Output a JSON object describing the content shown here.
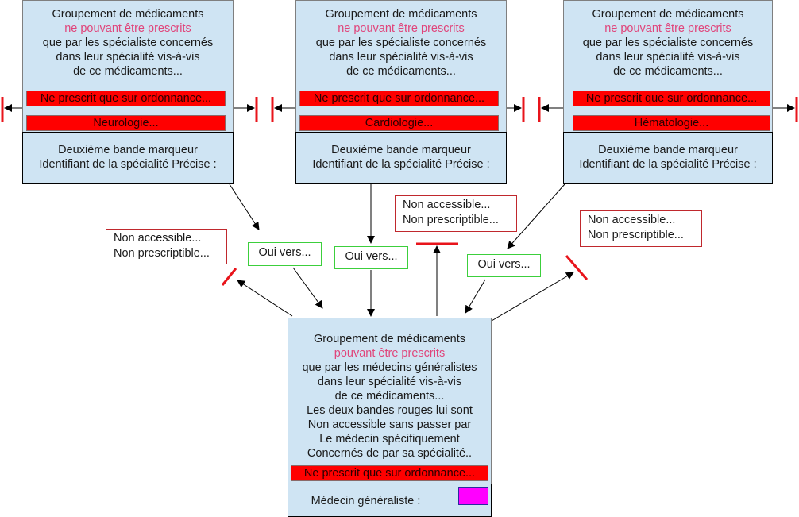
{
  "colors": {
    "box_fill": "#cfe4f3",
    "band_red": "#ff0000",
    "accent_pink": "#e0457b",
    "yes_green": "#3ccf3c",
    "no_red": "#c0282d",
    "generalist_marker": "#ff00ff"
  },
  "specialist_groups": [
    {
      "title": "Groupement de médicaments",
      "highlight": "ne pouvant être prescrits",
      "line3": "que par les spécialiste concernés",
      "line4": "dans leur spécialité vis-à-vis",
      "line5": "de ce médicaments...",
      "band_prescription": "Ne prescrit que sur ordonnance...",
      "band_specialty": "Neurologie...",
      "marker_line1": "Deuxième bande marqueur",
      "marker_line2": "Identifiant de la spécialité Précise :"
    },
    {
      "title": "Groupement de médicaments",
      "highlight": "ne pouvant être prescrits",
      "line3": "que par les spécialiste concernés",
      "line4": "dans leur spécialité vis-à-vis",
      "line5": "de ce médicaments...",
      "band_prescription": "Ne prescrit que sur ordonnance...",
      "band_specialty": "Cardiologie...",
      "marker_line1": "Deuxième bande marqueur",
      "marker_line2": "Identifiant de la spécialité Précise :"
    },
    {
      "title": "Groupement de médicaments",
      "highlight": "ne pouvant être prescrits",
      "line3": "que par les spécialiste concernés",
      "line4": "dans leur spécialité vis-à-vis",
      "line5": "de ce médicaments...",
      "band_prescription": "Ne prescrit que sur ordonnance...",
      "band_specialty": "Hématologie...",
      "marker_line1": "Deuxième bande marqueur",
      "marker_line2": "Identifiant de la spécialité Précise :"
    }
  ],
  "notes_denied": [
    {
      "line1": "Non accessible...",
      "line2": "Non prescriptible..."
    },
    {
      "line1": "Non accessible...",
      "line2": "Non prescriptible..."
    },
    {
      "line1": "Non accessible...",
      "line2": "Non prescriptible..."
    }
  ],
  "notes_allowed": [
    {
      "label": "Oui vers..."
    },
    {
      "label": "Oui vers..."
    },
    {
      "label": "Oui vers..."
    }
  ],
  "generalist_group": {
    "title": "Groupement de médicaments",
    "highlight": "pouvant être prescrits",
    "lines": [
      "que par les médecins généralistes",
      "dans leur spécialité vis-à-vis",
      "de ce médicaments...",
      "Les deux bandes rouges lui sont",
      "Non accessible sans passer par",
      "Le médecin spécifiquement",
      "Concernés de par sa spécialité.."
    ],
    "band_prescription": "Ne prescrit que sur ordonnance...",
    "footer_label": "Médecin généraliste :"
  }
}
